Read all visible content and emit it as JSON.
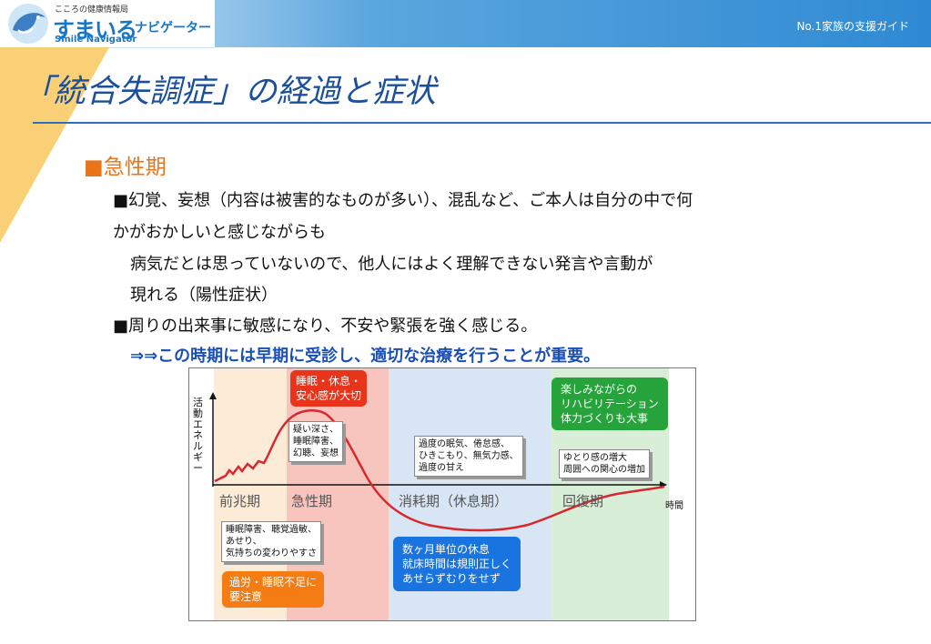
{
  "header": {
    "logo_top": "こころの健康情報局",
    "logo_main": "すまいる",
    "logo_sub": "ナビゲーター",
    "logo_en": "Smile Navigator",
    "tag": "No.1家族の支援ガイド"
  },
  "slide": {
    "title": "「統合失調症」の経過と症状",
    "heading": "■急性期",
    "p1_line1": "■幻覚、妄想（内容は被害的なものが多い）、混乱など、ご本人は自分の中で何",
    "p1_line2": "かがおかしいと感じながらも",
    "p1_line3": "病気だとは思っていないので、他人にはよく理解できない発言や言動が",
    "p1_line4": "現れる（陽性症状）",
    "p2_line1": "■周りの出来事に敏感になり、不安や緊張を強く感じる。",
    "p2_line2": "⇒⇒この時期には早期に受診し、適切な治療を行うことが重要。"
  },
  "diagram": {
    "y_label": "活動エネルギー",
    "x_label": "時間",
    "phases": [
      "前兆期",
      "急性期",
      "消耗期（休息期）",
      "回復期"
    ],
    "box_sleep_rest": [
      "睡眠・休息・",
      "安心感が大切"
    ],
    "box_acute_symptoms": [
      "疑い深さ、",
      "睡眠障害、",
      "幻聴、妄想"
    ],
    "box_exhaustion_symptoms": [
      "過度の眠気、倦怠感、",
      "ひきこもり、無気力感、",
      "過度の甘え"
    ],
    "box_rehab": [
      "楽しみながらの",
      "リハビリテーション",
      "体力づくりも大事"
    ],
    "box_recovery_signs": [
      "ゆとり感の増大",
      "周囲への関心の増加"
    ],
    "box_prodrome_symptoms": [
      "睡眠障害、聴覚過敏、",
      "あせり、",
      "気持ちの変わりやすさ"
    ],
    "box_fatigue_warning": [
      "過労・睡眠不足に",
      "要注意"
    ],
    "box_rest_months": [
      "数ヶ月単位の休息",
      "就床時間は規則正しく",
      "あせらずむりをせず"
    ]
  }
}
